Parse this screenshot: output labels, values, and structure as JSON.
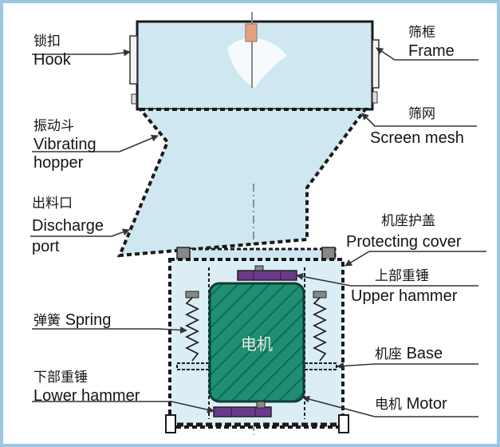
{
  "colors": {
    "fill": "#cfe7f1",
    "frame": "#1a1a1a",
    "motor_fill": "#1c8a6f",
    "hammer_fill": "#6a3a8a",
    "border": "#9cc6e4",
    "arrow": "#333333"
  },
  "motor_text": "电机",
  "labels": {
    "hook": {
      "cn": "锁扣",
      "en": "Hook"
    },
    "frame": {
      "cn": "筛框",
      "en": "Frame"
    },
    "vibrating_hopper": {
      "cn": "振动斗",
      "en1": "Vibrating",
      "en2": "hopper"
    },
    "screen_mesh": {
      "cn": "筛网",
      "en": "Screen mesh"
    },
    "discharge_port": {
      "cn": "出料口",
      "en1": "Discharge",
      "en2": "port"
    },
    "protecting_cover": {
      "cn": "机座护盖",
      "en": "Protecting cover"
    },
    "upper_hammer": {
      "cn": "上部重锤",
      "en": "Upper hammer"
    },
    "spring": {
      "cn": "弹簧",
      "en": "Spring"
    },
    "base": {
      "cn": "机座",
      "en": "Base"
    },
    "lower_hammer": {
      "cn": "下部重锤",
      "en": "Lower hammer"
    },
    "motor": {
      "cn": "电机",
      "en": "Motor"
    }
  }
}
